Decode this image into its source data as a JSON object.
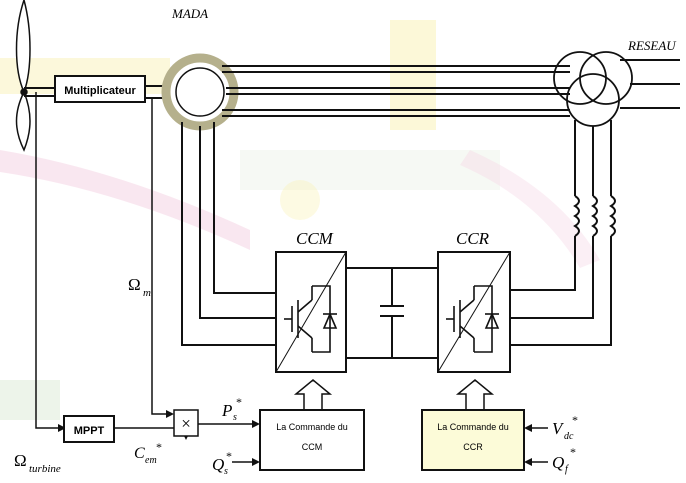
{
  "labels": {
    "mada": "MADA",
    "reseau": "RESEAU",
    "multiplicateur": "Multiplicateur",
    "ccm": "CCM",
    "ccr": "CCR",
    "omega_m": "Ω",
    "omega_m_sub": "m",
    "omega_turbine": "Ω",
    "omega_turbine_sub": "turbine",
    "mppt": "MPPT",
    "cem": "C",
    "cem_sub": "em",
    "cem_sup": "*",
    "multiply": "×",
    "ps": "P",
    "ps_sub": "s",
    "ps_sup": "*",
    "qs": "Q",
    "qs_sub": "s",
    "qs_sup": "*",
    "cmd_ccm_line1": "La Commande du",
    "cmd_ccm_line2": "CCM",
    "cmd_ccr_line1": "La Commande du",
    "cmd_ccr_line2": "CCR",
    "vdc": "V",
    "vdc_sub": "dc",
    "vdc_sup": "*",
    "qf": "Q",
    "qf_sub": "f",
    "qf_sup": "*"
  },
  "colors": {
    "line": "#111111",
    "mada_ring": "#b5b08c",
    "cmd_ccr_fill": "#fcfbd8",
    "watermark_magenta": "#f3c7dc",
    "watermark_yellow": "#f7eea0",
    "watermark_green": "#cfe3c8"
  }
}
